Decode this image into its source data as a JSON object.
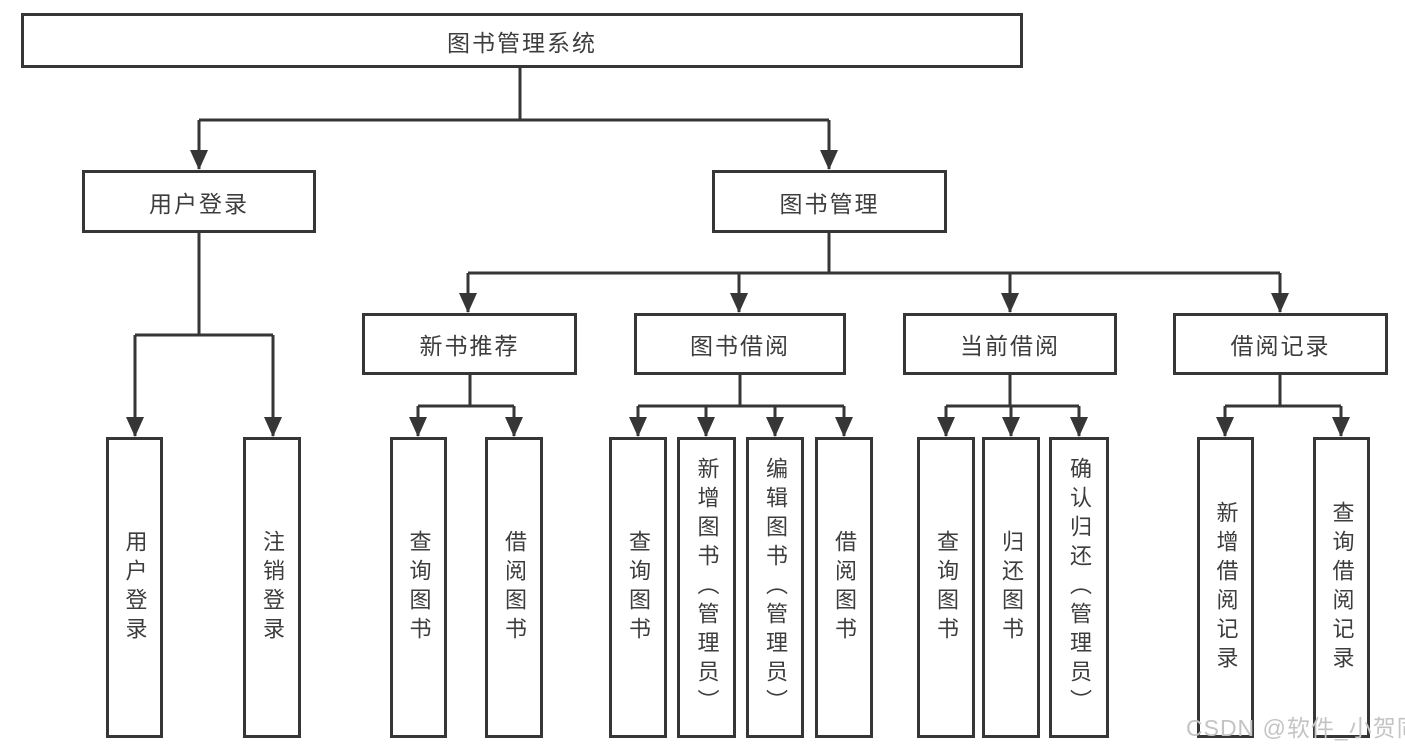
{
  "diagram": {
    "title": "图书管理系统",
    "branches": [
      {
        "label": "用户登录",
        "children": [
          {
            "label": "用户登录"
          },
          {
            "label": "注销登录"
          }
        ]
      },
      {
        "label": "图书管理",
        "children": [
          {
            "label": "新书推荐",
            "children": [
              {
                "label": "查询图书"
              },
              {
                "label": "借阅图书"
              }
            ]
          },
          {
            "label": "图书借阅",
            "children": [
              {
                "label": "查询图书"
              },
              {
                "label": "新增图书（管理员）"
              },
              {
                "label": "编辑图书（管理员）"
              },
              {
                "label": "借阅图书"
              }
            ]
          },
          {
            "label": "当前借阅",
            "children": [
              {
                "label": "查询图书"
              },
              {
                "label": "归还图书"
              },
              {
                "label": "确认归还（管理员）"
              }
            ]
          },
          {
            "label": "借阅记录",
            "children": [
              {
                "label": "新增借阅记录"
              },
              {
                "label": "查询借阅记录"
              }
            ]
          }
        ]
      }
    ]
  },
  "watermark": {
    "text": "CSDN @软件_小贺同学"
  },
  "colors": {
    "line": "#363636",
    "text": "#3d3d3d",
    "background": "#ffffff",
    "watermark": "#c4c4c4"
  }
}
